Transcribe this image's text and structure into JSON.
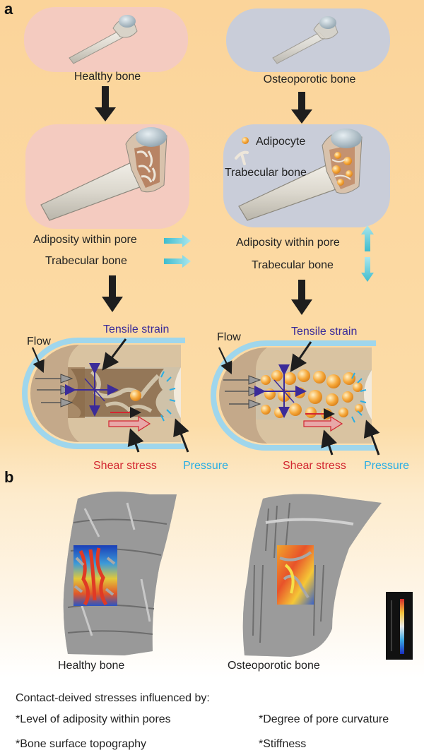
{
  "panel_a": {
    "label": "a",
    "healthy_title": "Healthy bone",
    "osteo_title": "Osteoporotic bone",
    "adipocyte_legend": "Adipocyte",
    "trabecular_legend": "Trabecular bone",
    "healthy_adiposity": "Adiposity within pore",
    "healthy_trabecular": "Trabecular bone",
    "osteo_adiposity": "Adiposity within pore",
    "osteo_trabecular": "Trabecular bone",
    "flow_label": "Flow",
    "tensile_label": "Tensile strain",
    "shear_label": "Shear stress",
    "pressure_label": "Pressure"
  },
  "panel_b": {
    "label": "b",
    "healthy_caption": "Healthy bone",
    "osteo_caption": "Osteoporotic bone"
  },
  "factors": {
    "heading": "Contact-deived stresses influenced by:",
    "item1": "*Level of adiposity within pores",
    "item2": "*Degree of pore curvature",
    "item3": "*Bone surface topography",
    "item4": "*Stiffness"
  },
  "colors": {
    "healthy_panel": "#f4cbc0",
    "osteo_panel": "#c9cdd9",
    "tensile": "#3b2b99",
    "shear": "#d22630",
    "pressure": "#2aaee4",
    "arrow": "#1e1e1e",
    "cyan_arrow": "#4cc4d6"
  }
}
